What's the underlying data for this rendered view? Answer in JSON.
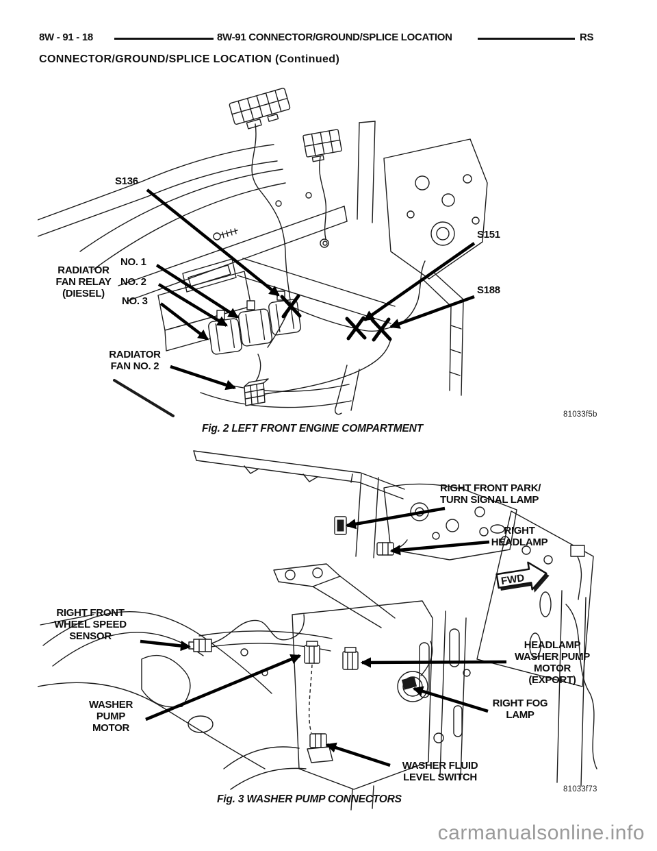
{
  "page": {
    "header": {
      "left_code": "8W - 91 - 18",
      "title": "8W-91 CONNECTOR/GROUND/SPLICE LOCATION",
      "right_code": "RS",
      "subtitle": "CONNECTOR/GROUND/SPLICE LOCATION (Continued)"
    },
    "watermark": "carmanualsonline.info",
    "colors": {
      "ink": "#111111",
      "watermark": "#9a9a9a"
    }
  },
  "fig2": {
    "caption": "Fig. 2 LEFT FRONT ENGINE COMPARTMENT",
    "fig_code": "81033f5b",
    "labels": {
      "s136": "S136",
      "fan_relay": "RADIATOR\nFAN RELAY\n(DIESEL)",
      "no1": "NO. 1",
      "no2": "NO. 2",
      "no3": "NO. 3",
      "fan_no2": "RADIATOR\nFAN NO. 2",
      "s151": "S151",
      "s188": "S188"
    }
  },
  "fig3": {
    "caption": "Fig. 3 WASHER PUMP CONNECTORS",
    "fig_code": "81033f73",
    "fwd": "FWD",
    "labels": {
      "park_turn": "RIGHT FRONT PARK/\nTURN SIGNAL LAMP",
      "headlamp": "RIGHT\nHEADLAMP",
      "wheel_speed": "RIGHT FRONT\nWHEEL SPEED\nSENSOR",
      "headlamp_washer": "HEADLAMP\nWASHER PUMP\nMOTOR\n(EXPORT)",
      "washer_pump": "WASHER\nPUMP\nMOTOR",
      "fog_lamp": "RIGHT FOG\nLAMP",
      "fluid_switch": "WASHER FLUID\nLEVEL SWITCH"
    }
  }
}
